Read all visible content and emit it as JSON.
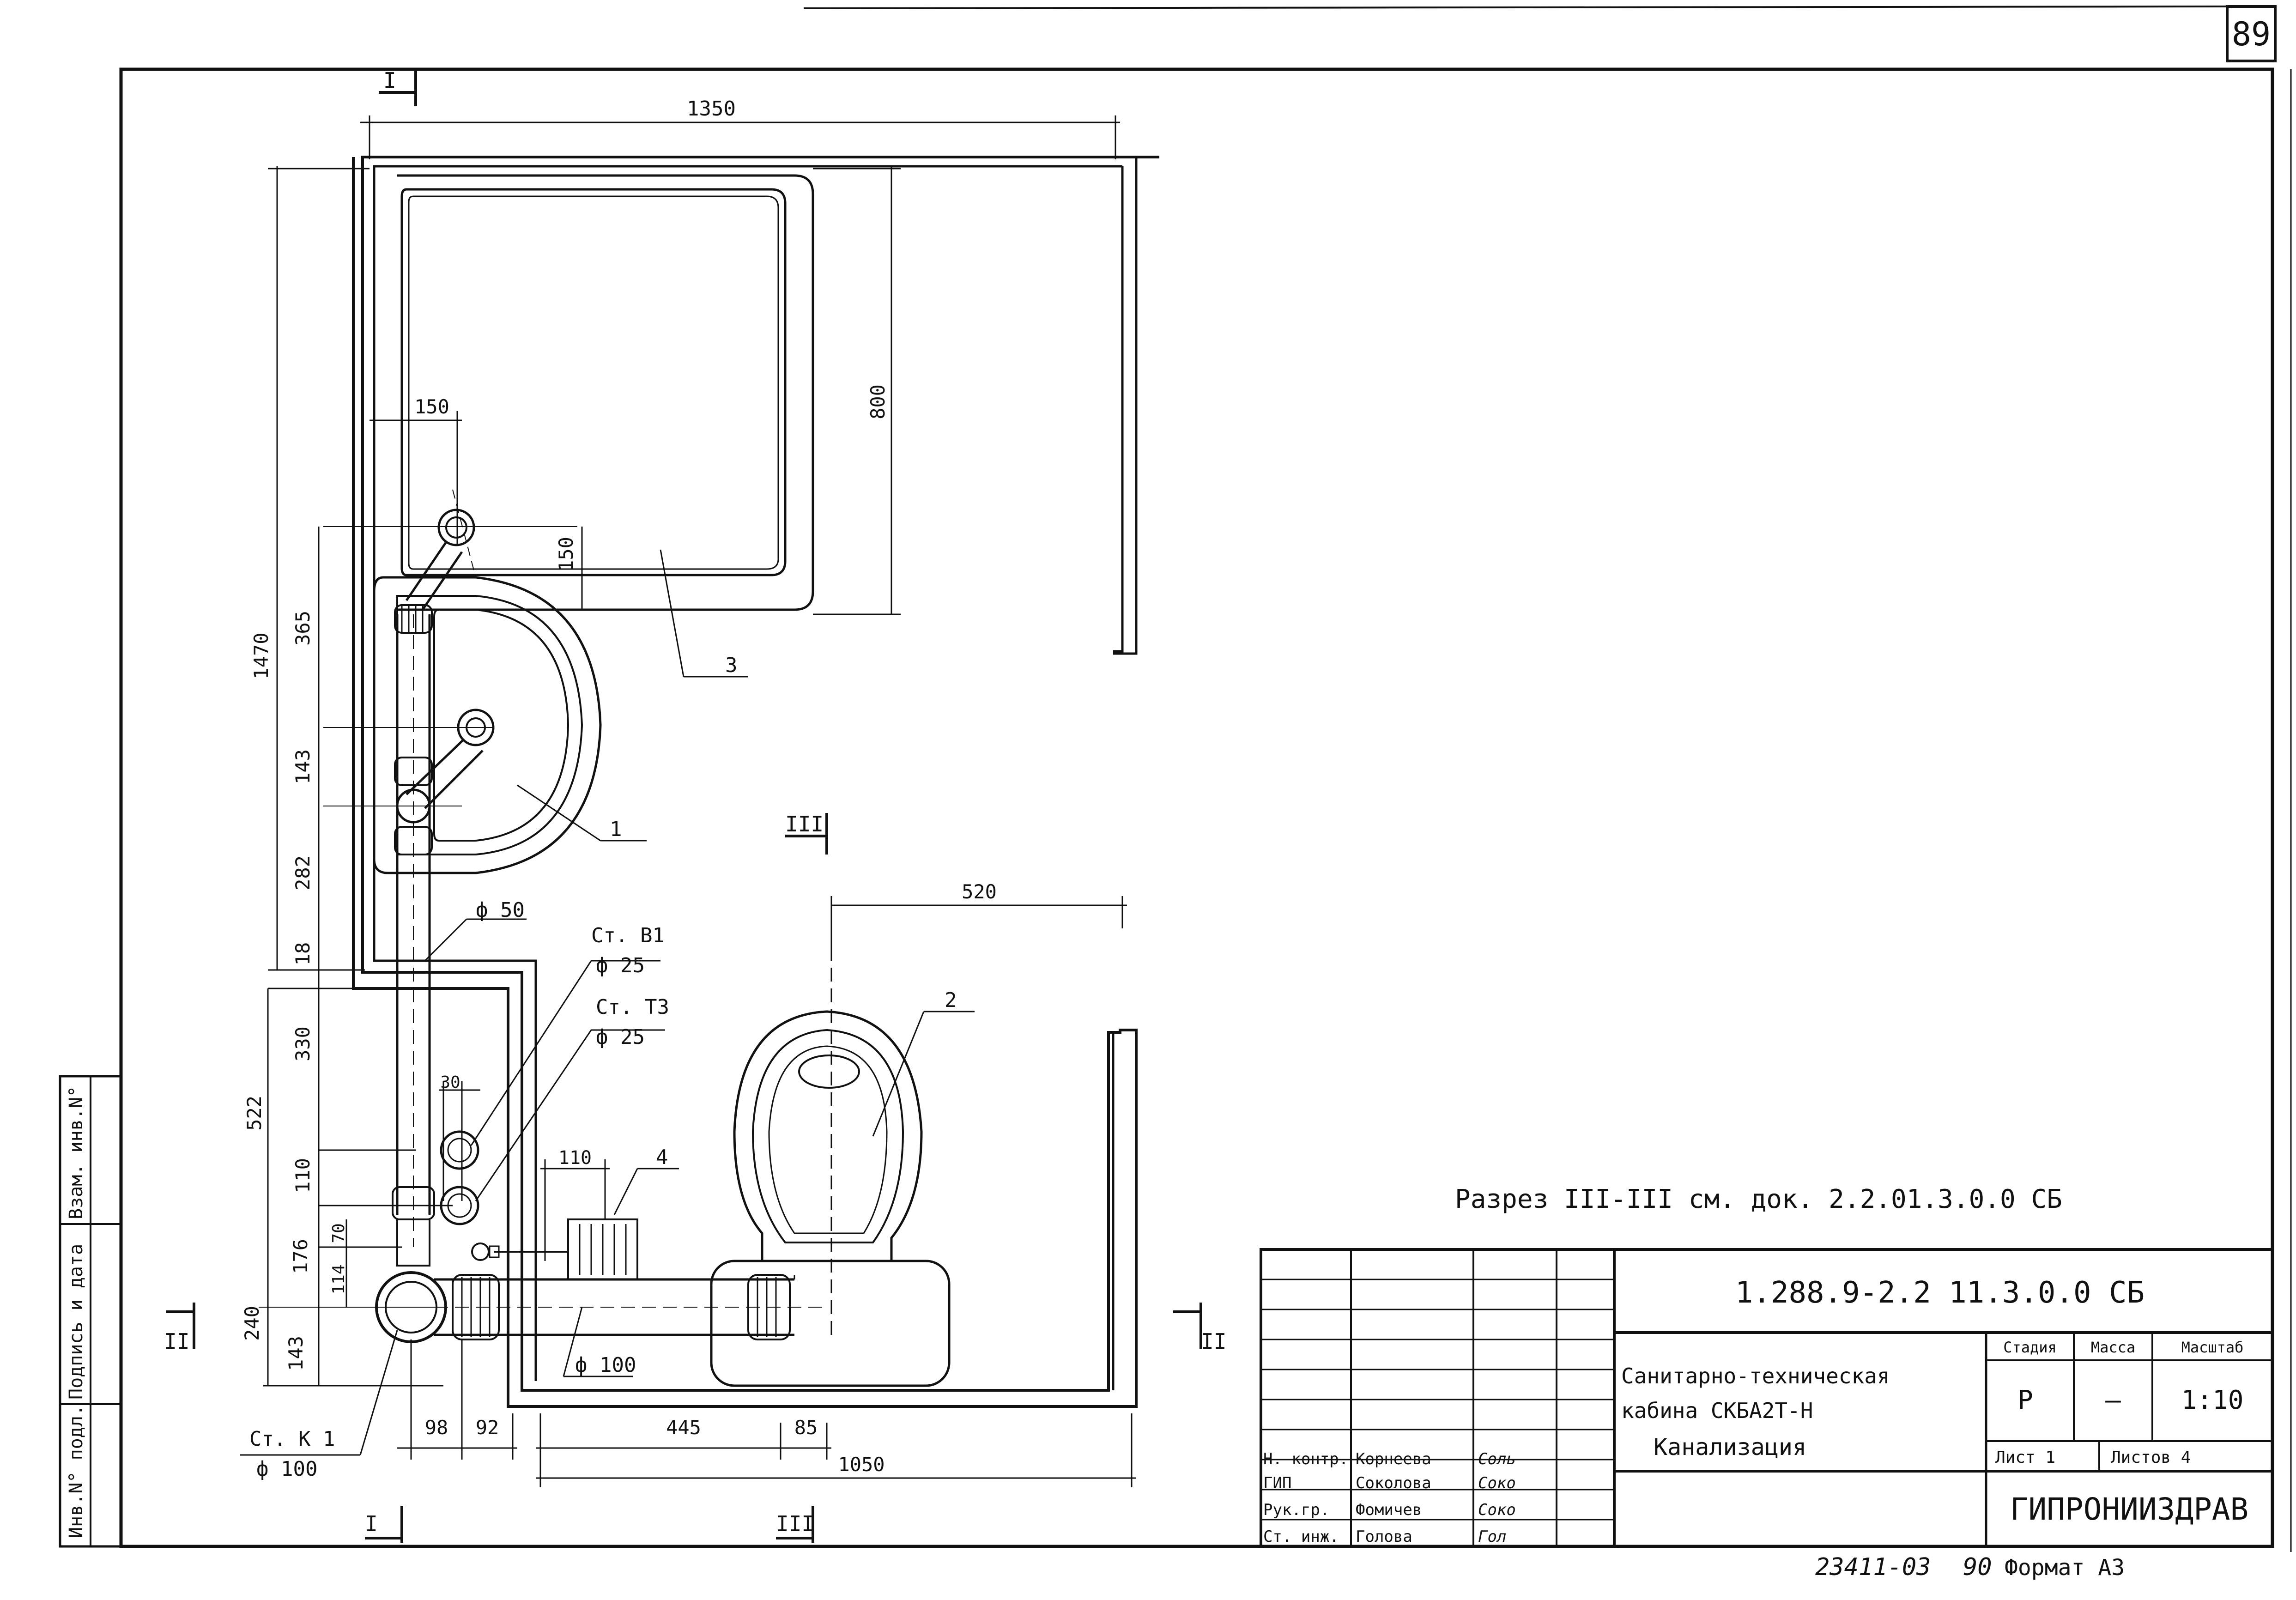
{
  "sheet_number": "89",
  "dimensions": {
    "d1350": "1350",
    "d800": "800",
    "d150_top": "150",
    "d150_side": "150",
    "d1470": "1470",
    "d365": "365",
    "d143_a": "143",
    "d282": "282",
    "d18": "18",
    "d330": "330",
    "d522": "522",
    "d110_v": "110",
    "d176": "176",
    "d70": "70",
    "d114": "114",
    "d240": "240",
    "d143_b": "143",
    "d30": "30",
    "d110_h": "110",
    "d520": "520",
    "d98": "98",
    "d92": "92",
    "d445": "445",
    "d85": "85",
    "d1050": "1050"
  },
  "labels": {
    "pipe_50": "ф 50",
    "st_v1": "Ст. В1",
    "st_v1_dia": "ф 25",
    "st_t3": "Ст. Т3",
    "st_t3_dia": "ф 25",
    "pipe_100": "ф 100",
    "st_k1": "Ст. К 1",
    "st_k1_dia": "ф 100",
    "pos1": "1",
    "pos2": "2",
    "pos3": "3",
    "pos4": "4",
    "sec1_top": "I",
    "sec1_bottom": "I",
    "sec2_left": "II",
    "sec2_right": "II",
    "sec3_top": "III",
    "sec3_bottom": "III",
    "section_note": "Разрез III-III  см. док. 2.2.01.3.0.0 СБ"
  },
  "side_stamp": [
    "Инв.N° подл.",
    "Подпись и дата",
    "Взам. инв.N°"
  ],
  "title_block": {
    "code": "1.288.9-2.2  11.3.0.0 СБ",
    "title_line1": "Санитарно-техническая",
    "title_line2": "кабина  СКБА2Т-Н",
    "title_line3": "Канализация",
    "stage_header": "Стадия",
    "mass_header": "Масса",
    "scale_header": "Масштаб",
    "stage": "Р",
    "mass": "—",
    "scale": "1:10",
    "sheet": "Лист 1",
    "sheets": "Листов 4",
    "organization": "ГИПРОНИИЗДРАВ",
    "roles": [
      {
        "role": "Н. контр.",
        "name": "Корнеева",
        "sign": "Соль"
      },
      {
        "role": "ГИП",
        "name": "Соколова",
        "sign": "Соко"
      },
      {
        "role": "Рук.гр.",
        "name": "Фомичев",
        "sign": "Соко"
      },
      {
        "role": "Ст. инж.",
        "name": "Голова",
        "sign": "Гол"
      }
    ]
  },
  "footer": {
    "code": "23411-03",
    "page": "90",
    "format": "Формат А3"
  }
}
